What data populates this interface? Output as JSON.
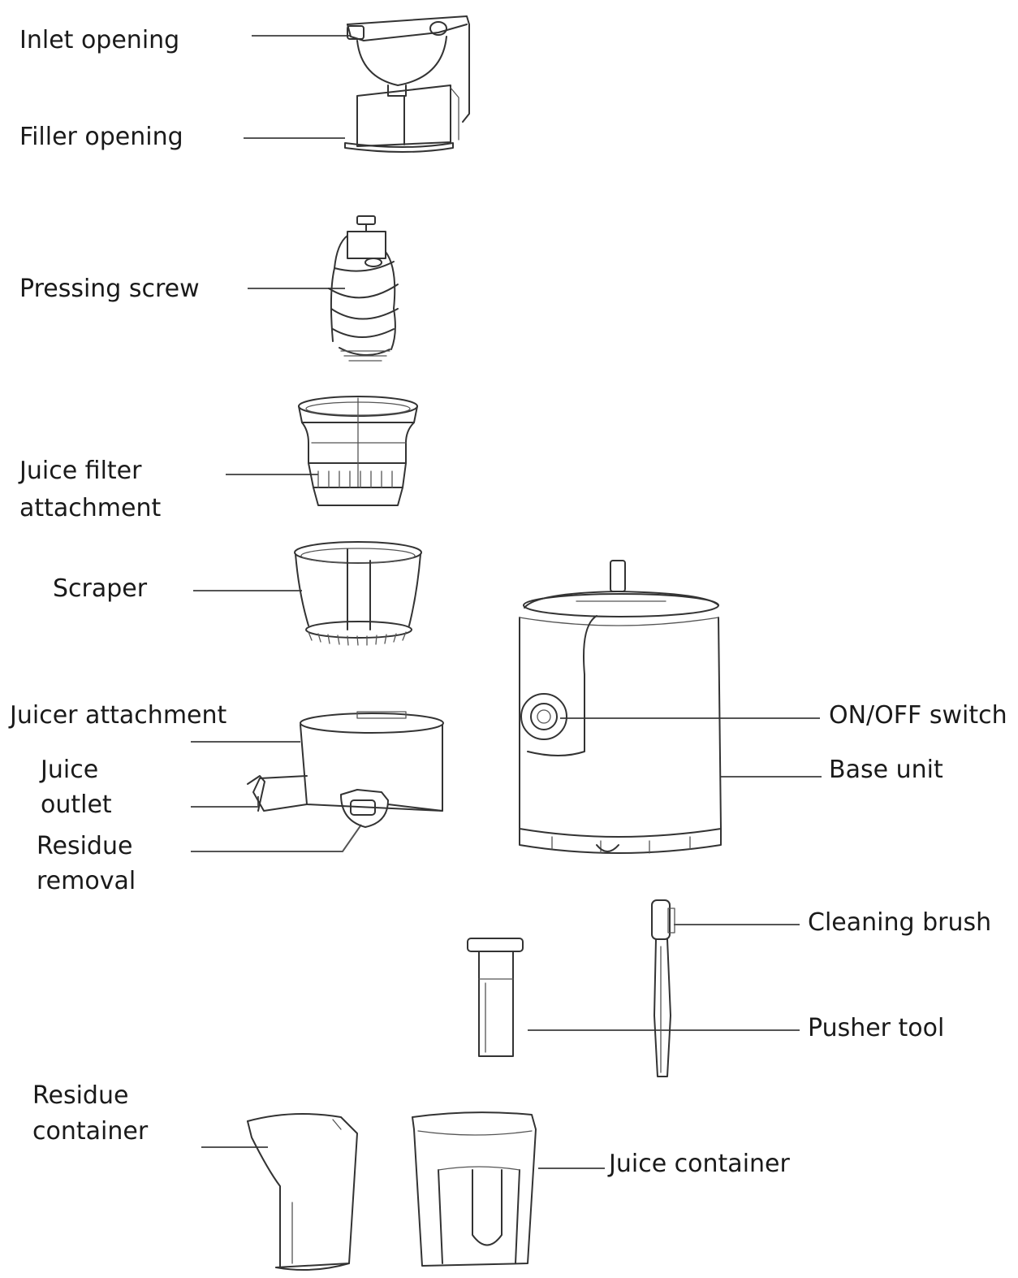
{
  "labels": {
    "inlet_opening": "Inlet opening",
    "filler_opening": "Filler opening",
    "pressing_screw": "Pressing screw",
    "juice_filter_1": "Juice filter",
    "juice_filter_2": "attachment",
    "scraper": "Scraper",
    "juicer_attachment": "Juicer attachment",
    "juice_outlet_1": "Juice",
    "juice_outlet_2": "outlet",
    "residue_removal_1": "Residue",
    "residue_removal_2": "removal",
    "onoff_switch": "ON/OFF switch",
    "base_unit": "Base unit",
    "cleaning_brush": "Cleaning brush",
    "pusher_tool": "Pusher tool",
    "residue_container_1": "Residue",
    "residue_container_2": "container",
    "juice_container": "Juice container"
  },
  "colors": {
    "text": "#1a1a1a",
    "line": "#555555",
    "background": "#ffffff"
  }
}
